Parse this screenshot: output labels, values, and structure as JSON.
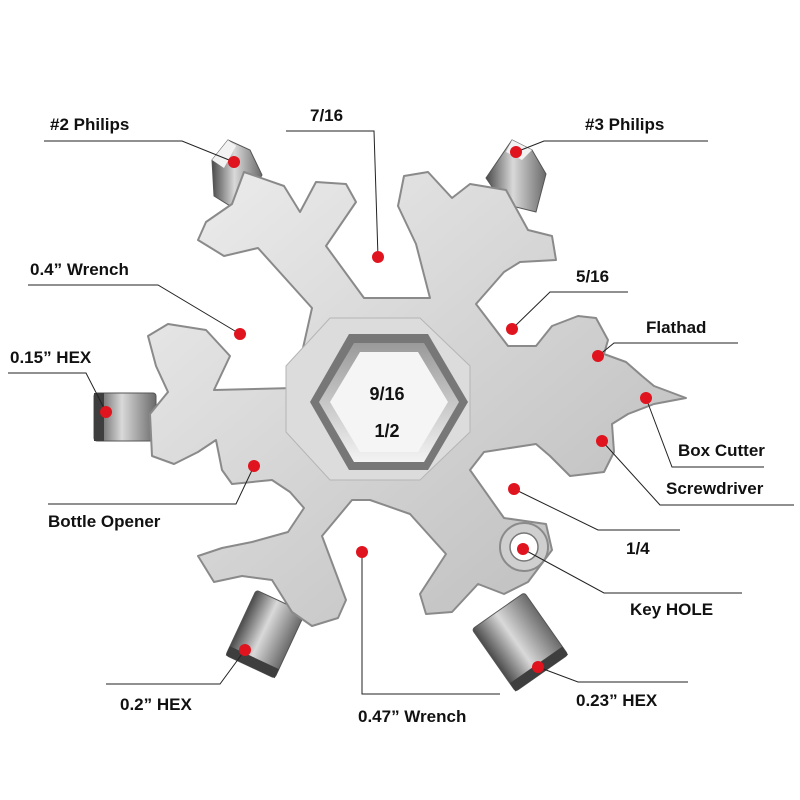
{
  "colors": {
    "background": "#ffffff",
    "steel_light": "#e6e6e6",
    "steel_mid": "#c9c9c9",
    "steel_dark": "#8f8f8f",
    "hex_hole": "#f2f2f2",
    "bit_light": "#d8d8d8",
    "bit_dark": "#5a5a5a",
    "marker": "#e0141e",
    "text": "#111111",
    "leader": "#222222"
  },
  "center": {
    "line1": "9/16",
    "line2": "1/2"
  },
  "callouts": [
    {
      "id": "philips-2",
      "text": "#2 Philips"
    },
    {
      "id": "wrench-7-16",
      "text": "7/16"
    },
    {
      "id": "philips-3",
      "text": "#3 Philips"
    },
    {
      "id": "wrench-04",
      "text": "0.4” Wrench"
    },
    {
      "id": "wrench-5-16",
      "text": "5/16"
    },
    {
      "id": "flathead",
      "text": "Flathad"
    },
    {
      "id": "hex-015",
      "text": "0.15” HEX"
    },
    {
      "id": "box-cutter",
      "text": "Box Cutter"
    },
    {
      "id": "screwdriver",
      "text": "Screwdriver"
    },
    {
      "id": "bottle-opener",
      "text": "Bottle Opener"
    },
    {
      "id": "wrench-1-4",
      "text": "1/4"
    },
    {
      "id": "key-hole",
      "text": "Key HOLE"
    },
    {
      "id": "hex-02",
      "text": "0.2” HEX"
    },
    {
      "id": "wrench-047",
      "text": "0.47” Wrench"
    },
    {
      "id": "hex-023",
      "text": "0.23” HEX"
    }
  ]
}
